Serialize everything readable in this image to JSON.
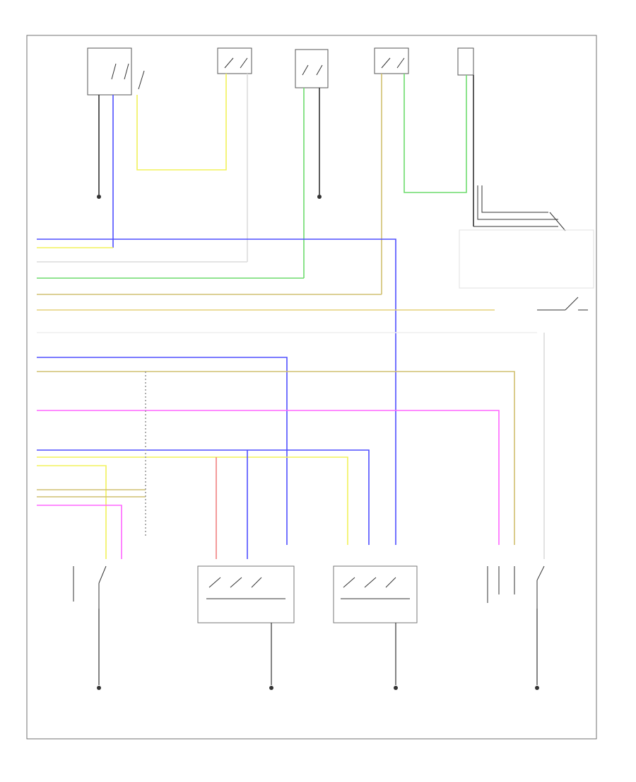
{
  "diagram": {
    "footer_code": "",
    "colors": {
      "frame": "#707070",
      "black": "#333333",
      "blue": "#4f4fff",
      "yellow": "#f2f25a",
      "green": "#6ddc6d",
      "tan": "#d0c070",
      "gold": "#e5d27a",
      "pink": "#ff66ff",
      "red": "#f08080",
      "grey": "#bdbdbd",
      "teal": "#5fa3a3",
      "white_wire": "#dcdcdc"
    },
    "components": [
      {
        "id": "top-switch-1",
        "label": ""
      },
      {
        "id": "top-switch-2",
        "label": ""
      },
      {
        "id": "top-switch-3",
        "label": ""
      },
      {
        "id": "top-switch-4",
        "label": ""
      },
      {
        "id": "top-switch-5",
        "label": ""
      },
      {
        "id": "bottom-switch-1",
        "label": ""
      },
      {
        "id": "bottom-switch-2",
        "label": ""
      },
      {
        "id": "bottom-switch-3",
        "label": ""
      },
      {
        "id": "bottom-switch-4",
        "label": ""
      },
      {
        "id": "bottom-switch-5",
        "label": ""
      }
    ],
    "grounds": [
      {
        "id": "ground-top-1",
        "label": ""
      },
      {
        "id": "ground-top-2",
        "label": ""
      },
      {
        "id": "ground-bottom-1",
        "label": ""
      },
      {
        "id": "ground-bottom-2",
        "label": ""
      },
      {
        "id": "ground-bottom-3",
        "label": ""
      },
      {
        "id": "ground-bottom-4",
        "label": ""
      }
    ]
  }
}
